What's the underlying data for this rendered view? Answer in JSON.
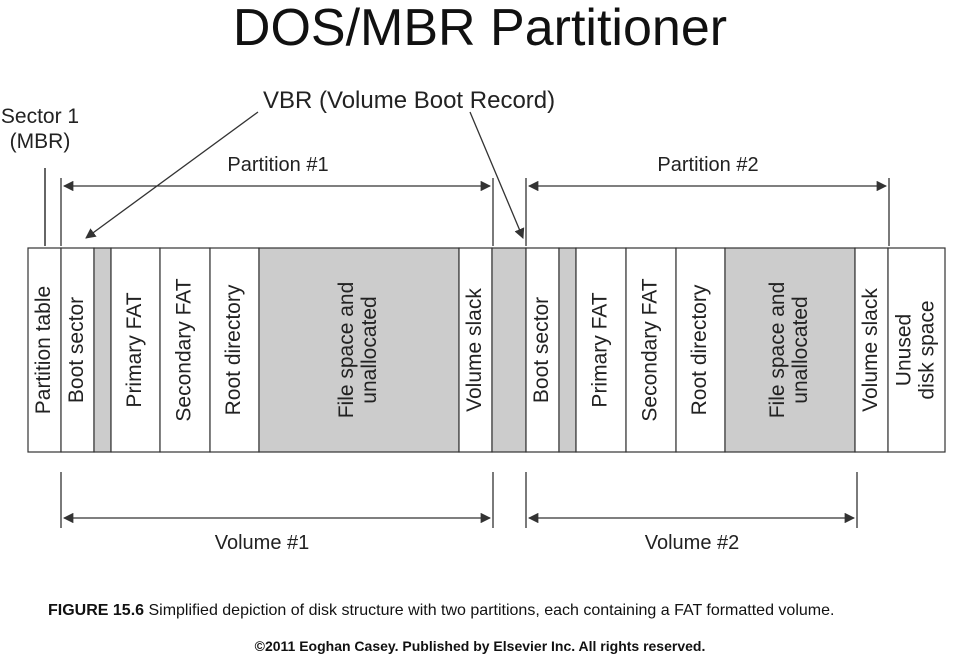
{
  "header": {
    "title": "DOS/MBR Partitioner"
  },
  "labels": {
    "sector1_line1": "Sector 1",
    "sector1_line2": "(MBR)",
    "vbr": "VBR (Volume Boot Record)",
    "partition1": "Partition #1",
    "partition2": "Partition #2",
    "volume1": "Volume #1",
    "volume2": "Volume #2"
  },
  "colors": {
    "shaded": "#cccccc",
    "stroke": "#333333"
  },
  "segments": [
    {
      "id": "partition-table",
      "lines": [
        "Partition table"
      ],
      "shaded": false
    },
    {
      "id": "boot-sector-1",
      "lines": [
        "Boot sector"
      ],
      "shaded": false
    },
    {
      "id": "gap-1",
      "lines": [],
      "shaded": true
    },
    {
      "id": "primary-fat-1",
      "lines": [
        "Primary FAT"
      ],
      "shaded": false
    },
    {
      "id": "secondary-fat-1",
      "lines": [
        "Secondary FAT"
      ],
      "shaded": false
    },
    {
      "id": "root-directory-1",
      "lines": [
        "Root directory"
      ],
      "shaded": false
    },
    {
      "id": "file-space-1",
      "lines": [
        "File space and",
        "unallocated"
      ],
      "shaded": true
    },
    {
      "id": "volume-slack-1",
      "lines": [
        "Volume slack"
      ],
      "shaded": false
    },
    {
      "id": "gap-2",
      "lines": [],
      "shaded": true
    },
    {
      "id": "boot-sector-2",
      "lines": [
        "Boot sector"
      ],
      "shaded": false
    },
    {
      "id": "gap-3",
      "lines": [],
      "shaded": true
    },
    {
      "id": "primary-fat-2",
      "lines": [
        "Primary FAT"
      ],
      "shaded": false
    },
    {
      "id": "secondary-fat-2",
      "lines": [
        "Secondary FAT"
      ],
      "shaded": false
    },
    {
      "id": "root-directory-2",
      "lines": [
        "Root directory"
      ],
      "shaded": false
    },
    {
      "id": "file-space-2",
      "lines": [
        "File space and",
        "unallocated"
      ],
      "shaded": true
    },
    {
      "id": "volume-slack-2",
      "lines": [
        "Volume slack"
      ],
      "shaded": false
    },
    {
      "id": "unused-disk-space",
      "lines": [
        "Unused",
        "disk space"
      ],
      "shaded": false
    }
  ],
  "caption": {
    "figure": "FIGURE 15.6",
    "text": " Simplified depiction of disk structure with two partitions, each containing a FAT formatted volume."
  },
  "copyright": "©2011 Eoghan Casey. Published by Elsevier Inc. All rights reserved."
}
